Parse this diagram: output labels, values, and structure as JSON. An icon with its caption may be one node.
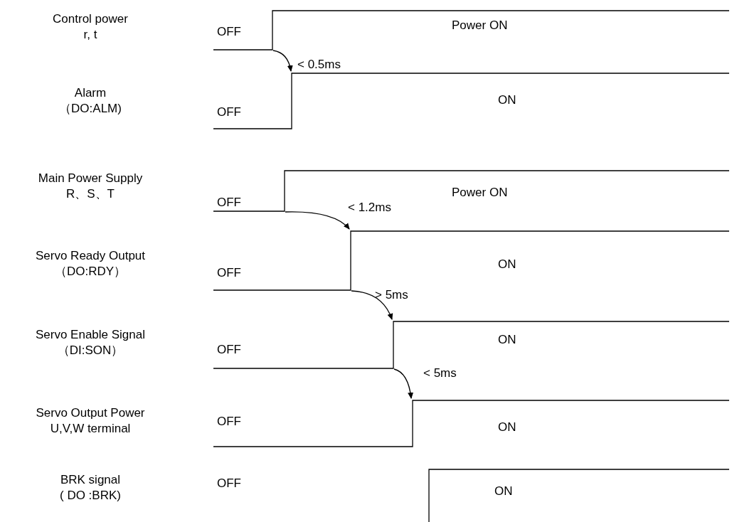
{
  "diagram": {
    "labels": [
      "Control power r, t",
      "OFF",
      "Power ON",
      "< 0.5ms",
      "Alarm （DO:ALM)",
      "ON",
      "OFF",
      "Main Power Supply R、S、T",
      "OFF",
      "Power ON",
      "< 1.2ms",
      "Servo Ready Output （DO:RDY）",
      "ON",
      "OFF",
      "> 5ms",
      "Servo Enable Signal （DI:SON）",
      "ON",
      "OFF",
      "< 5ms",
      "Servo Output Power U,V,W terminal",
      "OFF",
      "ON",
      "BRK signal ( DO :BRK)",
      "OFF",
      "ON"
    ]
  }
}
